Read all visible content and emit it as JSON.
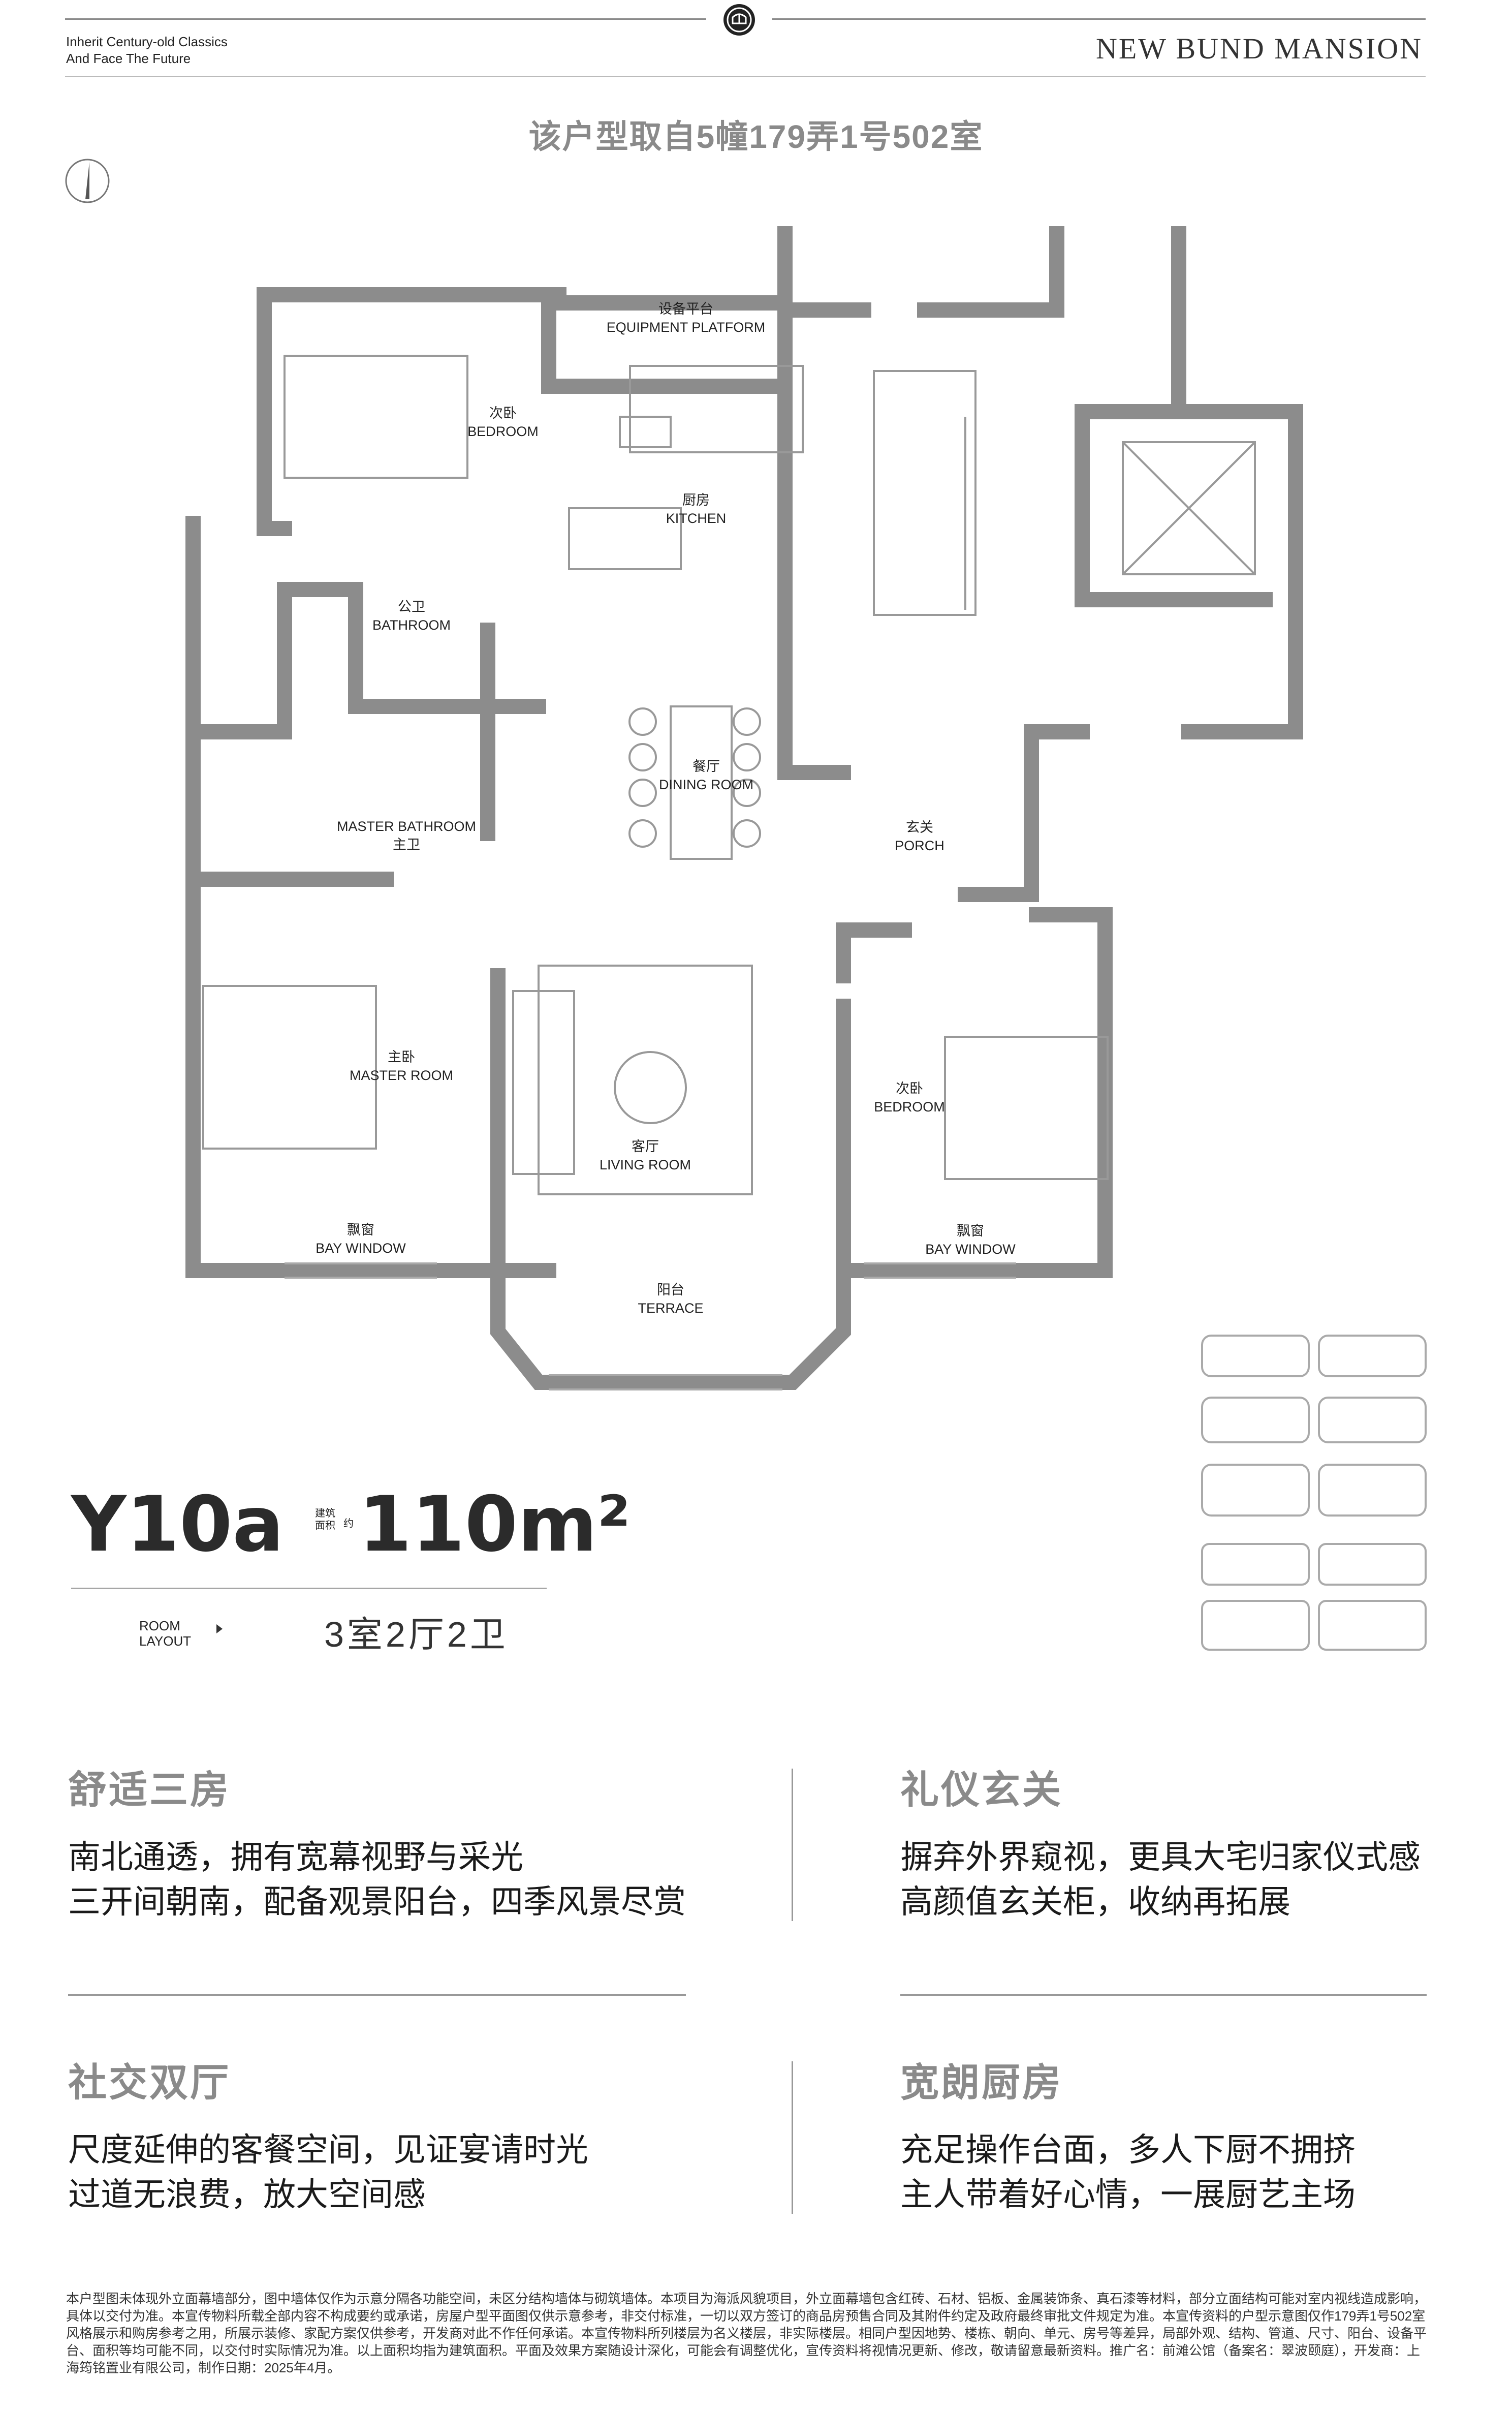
{
  "header": {
    "tagline_line1": "Inherit Century-old Classics",
    "tagline_line2": "And Face The Future",
    "brand": "NEW BUND MANSION"
  },
  "subtitle": "该户型取自5幢179弄1号502室",
  "rooms": {
    "equipment": {
      "zh": "设备平台",
      "en": "EQUIPMENT PLATFORM"
    },
    "bedroom_nw": {
      "zh": "次卧",
      "en": "BEDROOM"
    },
    "kitchen": {
      "zh": "厨房",
      "en": "KITCHEN"
    },
    "bathroom": {
      "zh": "公卫",
      "en": "BATHROOM"
    },
    "dining": {
      "zh": "餐厅",
      "en": "DINING ROOM"
    },
    "master_bath": {
      "en": "MASTER BATHROOM",
      "zh": "主卫"
    },
    "porch": {
      "zh": "玄关",
      "en": "PORCH"
    },
    "master_room": {
      "zh": "主卧",
      "en": "MASTER ROOM"
    },
    "bedroom_se": {
      "zh": "次卧",
      "en": "BEDROOM"
    },
    "living": {
      "zh": "客厅",
      "en": "LIVING ROOM"
    },
    "bay_w": {
      "zh": "飘窗",
      "en": "BAY WINDOW"
    },
    "bay_e": {
      "zh": "飘窗",
      "en": "BAY WINDOW"
    },
    "terrace": {
      "zh": "阳台",
      "en": "TERRACE"
    }
  },
  "unit": {
    "code": "Y10a",
    "area_label_1": "建筑",
    "area_label_2": "面积",
    "area_label_3": "约",
    "area": "110m²",
    "layout_en_1": "ROOM",
    "layout_en_2": "LAYOUT",
    "layout": "3室2厅2卫"
  },
  "sections": [
    {
      "title": "舒适三房",
      "lines": [
        "南北通透，拥有宽幕视野与采光",
        "三开间朝南，配备观景阳台，四季风景尽赏"
      ]
    },
    {
      "title": "礼仪玄关",
      "lines": [
        "摒弃外界窥视，更具大宅归家仪式感",
        "高颜值玄关柜，收纳再拓展"
      ]
    },
    {
      "title": "社交双厅",
      "lines": [
        "尺度延伸的客餐空间，见证宴请时光",
        "过道无浪费，放大空间感"
      ]
    },
    {
      "title": "宽朗厨房",
      "lines": [
        "充足操作台面，多人下厨不拥挤",
        "主人带着好心情，一展厨艺主场"
      ]
    }
  ],
  "disclaimer": "本户型图未体现外立面幕墙部分，图中墙体仅作为示意分隔各功能空间，未区分结构墙体与砌筑墙体。本项目为海派风貌项目，外立面幕墙包含红砖、石材、铝板、金属装饰条、真石漆等材料，部分立面结构可能对室内视线造成影响，具体以交付为准。本宣传物料所载全部内容不构成要约或承诺，房屋户型平面图仅供示意参考，非交付标准，一切以双方签订的商品房预售合同及其附件约定及政府最终审批文件规定为准。本宣传资料的户型示意图仅作179弄1号502室风格展示和购房参考之用，所展示装修、家配方案仅供参考，开发商对此不作任何承诺。本宣传物料所列楼层为名义楼层，非实际楼层。相同户型因地势、楼栋、朝向、单元、房号等差异，局部外观、结构、管道、尺寸、阳台、设备平台、面积等均可能不同，以交付时实际情况为准。以上面积均指为建筑面积。平面及效果方案随设计深化，可能会有调整优化，宣传资料将视情况更新、修改，敬请留意最新资料。推广名：前滩公馆（备案名：翠波颐庭），开发商：上海筠铭置业有限公司，制作日期：2025年4月。",
  "colors": {
    "wall": "#8c8c8c",
    "accent_grey": "#8a8a8a",
    "text": "#1a1a1a"
  }
}
